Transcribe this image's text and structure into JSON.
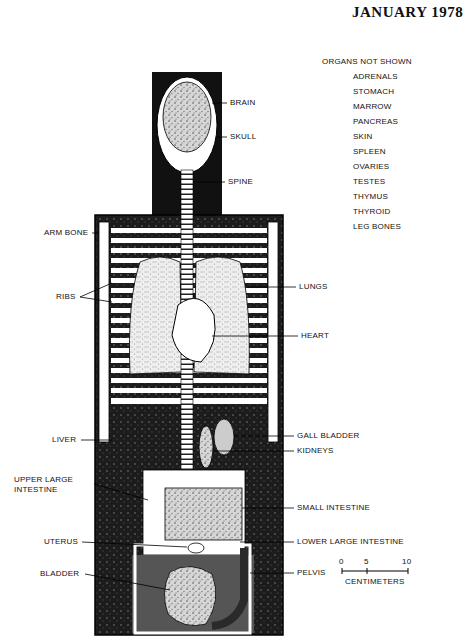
{
  "diagram": {
    "labels": [
      "JANUARY 1978",
      "ORGANS NOT SHOWN",
      "ADRENALS",
      "STOMACH",
      "MARROW",
      "PANCREAS",
      "SKIN",
      "SPLEEN",
      "OVARIES",
      "TESTES",
      "THYMUS",
      "THYROID",
      "LEG BONES",
      "BRAIN",
      "SKULL",
      "SPINE",
      "ARM BONE",
      "LUNGS",
      "RIBS",
      "HEART",
      "LIVER",
      "GALL BLADDER",
      "KIDNEYS",
      "UPPER LARGE INTESTINE",
      "SMALL INTESTINE",
      "UTERUS",
      "LOWER LARGE INTESTINE",
      "BLADDER",
      "PELVIS",
      "0",
      "5",
      "10",
      "CENTIMETERS"
    ]
  }
}
